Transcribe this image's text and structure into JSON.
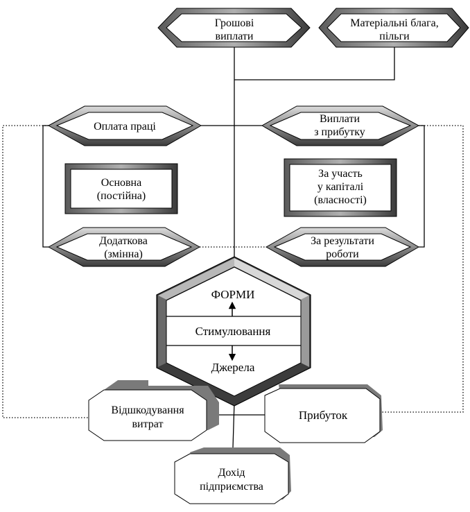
{
  "nodes": {
    "money_payments": [
      "Грошові",
      "виплати"
    ],
    "material_goods": [
      "Матеріальні блага,",
      "пільги"
    ],
    "wages": [
      "Оплата праці"
    ],
    "profit_payments": [
      "Виплати",
      "з прибутку"
    ],
    "basic": [
      "Основна",
      "(постійна)"
    ],
    "equity_share": [
      "За участь",
      "у капіталі",
      "(власності)"
    ],
    "additional": [
      "Додаткова",
      "(змінна)"
    ],
    "work_results": [
      "За результати",
      "роботи"
    ],
    "center": {
      "forms": "ФОРМИ",
      "stimulation": "Стимулювання",
      "sources": "Джерела"
    },
    "cost_compensation": [
      "Відшкодування",
      "витрат"
    ],
    "profit": [
      "Прибуток"
    ],
    "enterprise_income": [
      "Дохід",
      "підприємства"
    ]
  },
  "colors": {
    "bevel_dark": "#4a4a4a",
    "bevel_mid": "#8a8a8a",
    "bevel_light": "#d0d0d0",
    "shadow": "#7a7a7a"
  }
}
